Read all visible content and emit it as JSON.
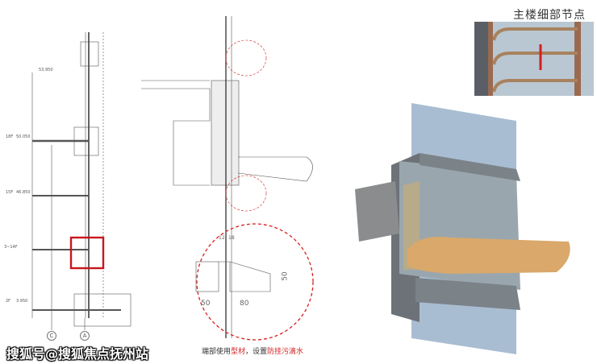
{
  "title": "主楼细部节点",
  "caption": {
    "part1": "端部使用",
    "part2": "型材",
    "part3": "，设置",
    "part4": "防挂污滴水"
  },
  "watermark": "搜狐号@搜狐焦点抚州站",
  "section": {
    "levels": [
      {
        "floor": "",
        "elev": "53.950"
      },
      {
        "floor": "18F",
        "elev": "50.050"
      },
      {
        "floor": "15F",
        "elev": "46.850"
      },
      {
        "floor": "3~14F",
        "elev": ""
      },
      {
        "floor": "2F",
        "elev": "3.950"
      }
    ],
    "axes": [
      "C",
      "A"
    ]
  },
  "detail": {
    "dims": [
      "12",
      "18",
      "50",
      "80",
      "50"
    ]
  },
  "colors": {
    "highlight": "#c8161d",
    "dashed": "#d82020",
    "fin": "#d9a86a"
  }
}
